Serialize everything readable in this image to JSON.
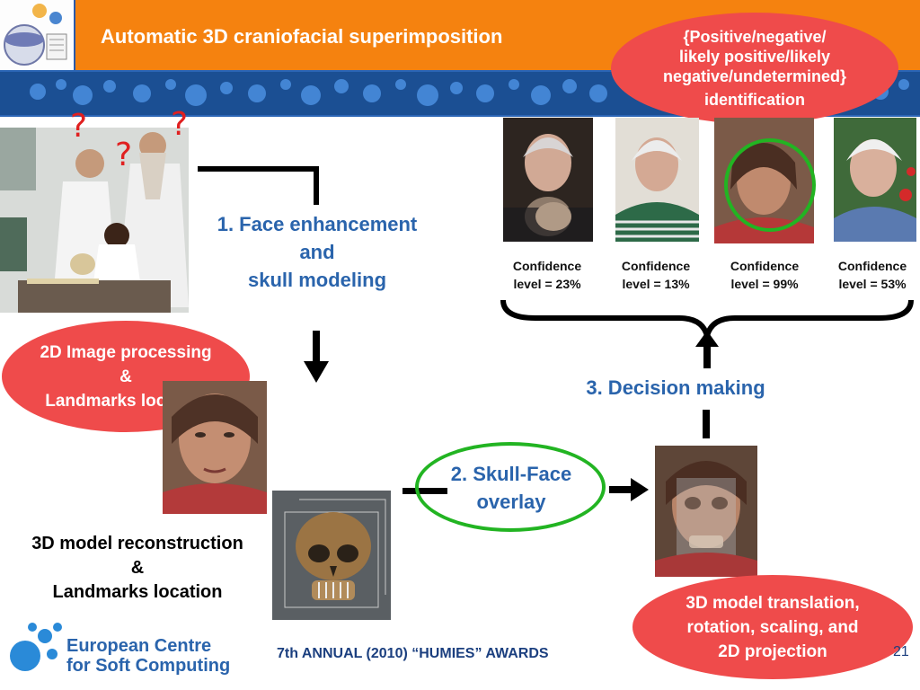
{
  "header": {
    "title": "Automatic 3D craniofacial superimposition"
  },
  "identification": {
    "text": "{Positive/negative/ likely positive/likely negative/undetermined} identification",
    "lines": [
      "{Positive/negative/",
      "likely positive/likely",
      "negative/undetermined}",
      "identification"
    ]
  },
  "question_marks": [
    "?",
    "?",
    "?"
  ],
  "steps": {
    "step1": [
      "1. Face enhancement",
      "and",
      "skull modeling"
    ],
    "step2": [
      "2. Skull-Face",
      "overlay"
    ],
    "step3": "3. Decision making"
  },
  "candidates": [
    {
      "conf_label": "Confidence",
      "level": "level = 23%",
      "highlight": false
    },
    {
      "conf_label": "Confidence",
      "level": "level = 13%",
      "highlight": false
    },
    {
      "conf_label": "Confidence",
      "level": "level = 99%",
      "highlight": true
    },
    {
      "conf_label": "Confidence",
      "level": "level = 53%",
      "highlight": false
    }
  ],
  "ovals": {
    "processing": [
      "2D Image processing",
      "&",
      "Landmarks location"
    ],
    "projection": [
      "3D model translation,",
      "rotation, scaling, and",
      "2D projection"
    ]
  },
  "reconstruction": [
    "3D model reconstruction",
    "&",
    "Landmarks location"
  ],
  "footer": {
    "org_line1": "European  Centre",
    "org_line2": "for Soft Computing",
    "awards": "7th ANNUAL (2010) “HUMIES” AWARDS",
    "page_number": "21"
  },
  "colors": {
    "header": "#f5820f",
    "accent_blue": "#2a64ac",
    "oval_red": "#ef4b4b",
    "highlight_green": "#22b422"
  }
}
